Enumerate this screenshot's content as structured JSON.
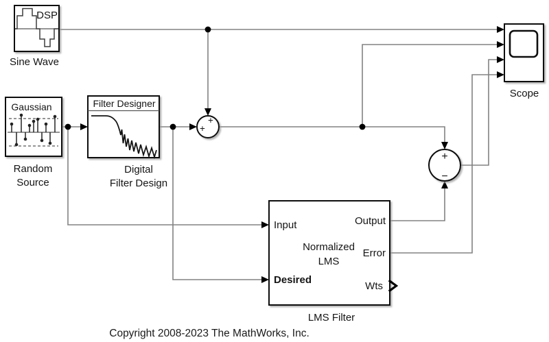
{
  "diagram": {
    "background_color": "#ffffff",
    "wire_color": "#828282",
    "block_border_color": "#0d0d0d",
    "arrow_color": "#000000"
  },
  "blocks": {
    "sine_wave": {
      "icon": "staircase-sine-wave-icon",
      "icon_text": "DSP",
      "label": "Sine Wave"
    },
    "random_source": {
      "icon": "gaussian-stem-plot-icon",
      "icon_text": "Gaussian",
      "label1": "Random",
      "label2": "Source"
    },
    "digital_filter_design": {
      "icon": "lowpass-filter-response-icon",
      "icon_text": "Filter Designer",
      "label1": "Digital",
      "label2": "Filter Design"
    },
    "sum_noise": {
      "sign_top": "+",
      "sign_left": "+"
    },
    "sum_error": {
      "sign_top": "+",
      "sign_bottom": "−"
    },
    "lms_filter": {
      "ports": {
        "input": "Input",
        "desired": "Desired",
        "output": "Output",
        "error": "Error",
        "wts": "Wts"
      },
      "center1": "Normalized",
      "center2": "LMS",
      "label": "LMS Filter"
    },
    "scope": {
      "icon": "oscilloscope-screen-icon",
      "label": "Scope",
      "num_inputs": 4
    }
  },
  "footer": {
    "copyright": "Copyright 2008-2023 The MathWorks, Inc."
  }
}
